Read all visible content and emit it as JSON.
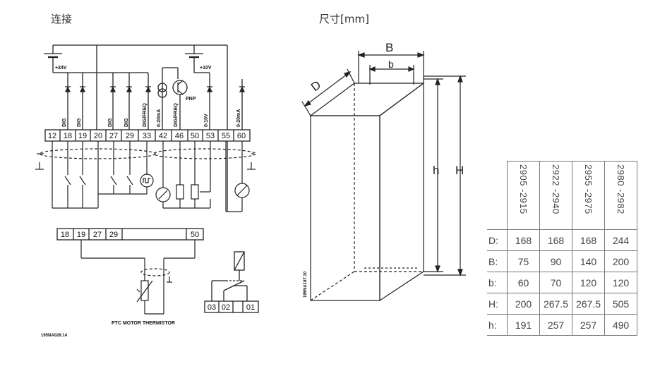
{
  "headings": {
    "wiring": "连接",
    "dimensions": "尺寸[mm]"
  },
  "wiring": {
    "supply_24v": "+24V",
    "supply_10v": "+10V",
    "pnp": "PNP",
    "terminals": [
      "12",
      "18",
      "19",
      "20",
      "27",
      "29",
      "33",
      "42",
      "46",
      "50",
      "53",
      "55",
      "60"
    ],
    "terminal_labels": {
      "t18": "DIG",
      "t19": "DIG",
      "t27": "DIG",
      "t29": "DIG",
      "t33": "DIG/FREQ",
      "t42": "0-20mA",
      "t46": "DIG/FREQ",
      "t53": "0-10V",
      "t60": "0-20mA"
    },
    "ptc_terminals": [
      "18",
      "19",
      "27",
      "29",
      "50"
    ],
    "relay_terminals": [
      "03",
      "02",
      "01"
    ],
    "ptc_caption": "PTC MOTOR THERMISTOR",
    "drawing_code": "195NA028.14"
  },
  "dimension_drawing": {
    "labels": {
      "B": "B",
      "b": "b",
      "D": "D",
      "h": "h",
      "H": "H"
    },
    "drawing_code": "195NA197.10"
  },
  "dimension_table": {
    "columns": [
      "2905 -2915",
      "2922 -2940",
      "2955 -2975",
      "2980 -2982"
    ],
    "rows": [
      {
        "label": "D:",
        "values": [
          "168",
          "168",
          "168",
          "244"
        ]
      },
      {
        "label": "B:",
        "values": [
          "75",
          "90",
          "140",
          "200"
        ]
      },
      {
        "label": "b:",
        "values": [
          "60",
          "70",
          "120",
          "120"
        ]
      },
      {
        "label": "H:",
        "values": [
          "200",
          "267.5",
          "267.5",
          "505"
        ]
      },
      {
        "label": "h:",
        "values": [
          "191",
          "257",
          "257",
          "490"
        ]
      }
    ]
  }
}
